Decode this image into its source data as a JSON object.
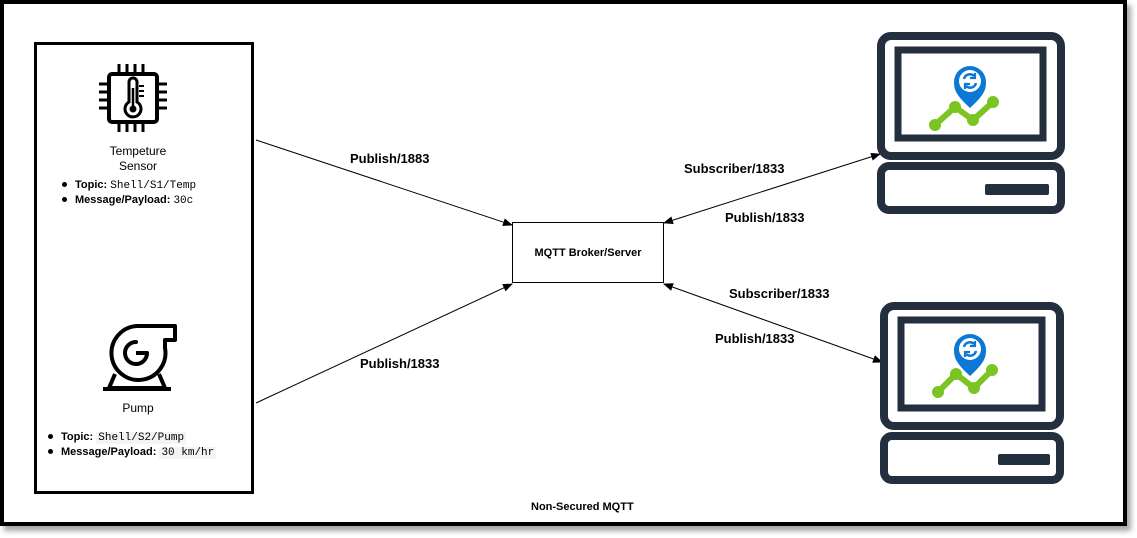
{
  "sensor": {
    "label_line1": "Tempeture",
    "label_line2": "Sensor",
    "topic_key": "Topic:",
    "topic_value": "Shell/S1/Temp",
    "payload_key": "Message/Payload:",
    "payload_value": "30c"
  },
  "pump": {
    "label": "Pump",
    "topic_key": "Topic:",
    "topic_value": "Shell/S2/Pump",
    "payload_key": "Message/Payload:",
    "payload_value": "30 km/hr"
  },
  "broker": {
    "label": "MQTT Broker/Server"
  },
  "edges": {
    "sensor_publish": "Publish/1883",
    "pump_publish": "Publish/1833",
    "client1_subscribe": "Subscriber/1833",
    "client1_publish": "Publish/1833",
    "client2_subscribe": "Subscriber/1833",
    "client2_publish": "Publish/1833"
  },
  "footer": {
    "caption": "Non-Secured MQTT"
  },
  "colors": {
    "monitor": "#232f3e",
    "sync_blue": "#0a78d4",
    "chart_green": "#7bc423"
  }
}
